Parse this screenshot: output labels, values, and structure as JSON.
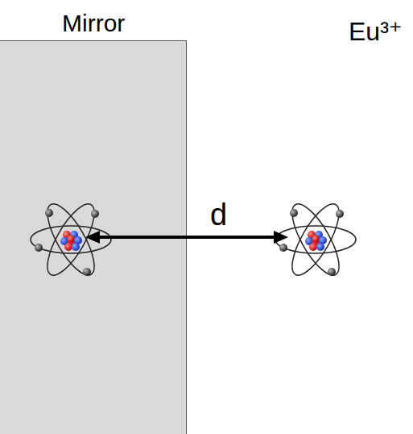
{
  "diagram": {
    "nodes": [
      {
        "text": [
          "Mirror"
        ]
      }
    ],
    "labels": [
      "d",
      "Eu³⁺"
    ]
  }
}
